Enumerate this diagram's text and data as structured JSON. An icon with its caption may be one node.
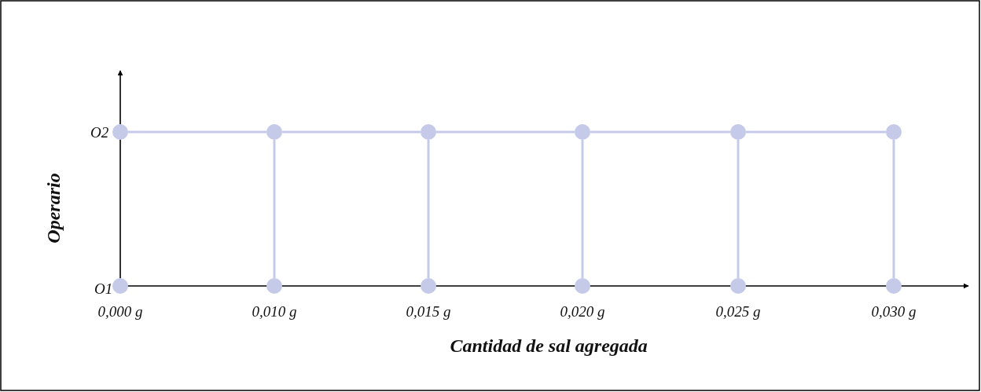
{
  "diagram": {
    "nodes": [
      {
        "text": [],
        "shape": "circle"
      },
      {
        "text": [],
        "shape": "circle"
      },
      {
        "text": [],
        "shape": "circle"
      },
      {
        "text": [],
        "shape": "circle"
      },
      {
        "text": [],
        "shape": "circle"
      },
      {
        "text": [],
        "shape": "circle"
      },
      {
        "text": [],
        "shape": "circle"
      },
      {
        "text": [],
        "shape": "circle"
      },
      {
        "text": [],
        "shape": "circle"
      },
      {
        "text": [],
        "shape": "circle"
      },
      {
        "text": [],
        "shape": "circle"
      },
      {
        "text": [],
        "shape": "circle"
      }
    ],
    "edges": [
      {
        "from": 0,
        "to": 1,
        "arrow": "none"
      },
      {
        "from": 1,
        "to": 2,
        "arrow": "none"
      },
      {
        "from": 2,
        "to": 3,
        "arrow": "none"
      },
      {
        "from": 3,
        "to": 4,
        "arrow": "none"
      },
      {
        "from": 4,
        "to": 5,
        "arrow": "none"
      },
      {
        "from": 7,
        "to": 1,
        "arrow": "none"
      },
      {
        "from": 8,
        "to": 2,
        "arrow": "none"
      },
      {
        "from": 9,
        "to": 3,
        "arrow": "none"
      },
      {
        "from": 10,
        "to": 4,
        "arrow": "none"
      },
      {
        "from": 11,
        "to": 5,
        "arrow": "none"
      }
    ],
    "labels": [
      "O2",
      "Operario",
      "O1",
      "0,000 g",
      "0,010 g",
      "0,015 g",
      "0,020 g",
      "0,025 g",
      "0,030 g",
      "Cantidad de sal agregada"
    ]
  }
}
